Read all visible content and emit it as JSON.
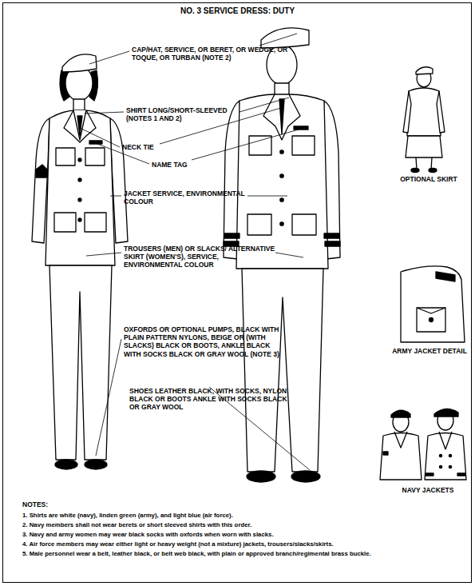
{
  "diagram": {
    "title": "NO. 3 SERVICE DRESS: DUTY",
    "labels": [
      "CAP/HAT, SERVICE, OR BERET, OR WEDGE, OR TOQUE, OR TURBAN (NOTE 2)",
      "SHIRT LONG/SHORT-SLEEVED (NOTES 1 AND 2)",
      "NECK TIE",
      "NAME TAG",
      "JACKET SERVICE, ENVIRONMENTAL COLOUR",
      "TROUSERS (MEN) OR SLACKS/ ALTERNATIVE SKIRT (WOMEN'S), SERVICE, ENVIRONMENTAL COLOUR",
      "OXFORDS OR OPTIONAL PUMPS, BLACK WITH PLAIN PATTERN NYLONS, BEIGE OR (WITH SLACKS) BLACK OR BOOTS, ANKLE BLACK WITH SOCKS BLACK OR GRAY WOOL (NOTE 3)",
      "SHOES LEATHER BLACK, WITH SOCKS, NYLON BLACK OR BOOTS ANKLE WITH SOCKS BLACK OR GRAY WOOL",
      "OPTIONAL SKIRT",
      "ARMY JACKET DETAIL",
      "NAVY JACKETS",
      "NOTES:",
      "1. Shirts are white (navy), linden green (army), and light blue (air force).",
      "2. Navy members shall not wear berets or short sleeved shirts with this order.",
      "3. Navy and army women may wear black socks with oxfords when worn with slacks.",
      "4. Air force members may wear either light or heavy weight (not a mixture) jackets, trousers/slacks/skirts.",
      "5. Male personnel wear a belt, leather black, or belt web black, with plain or approved branch/regimental brass buckle."
    ]
  }
}
